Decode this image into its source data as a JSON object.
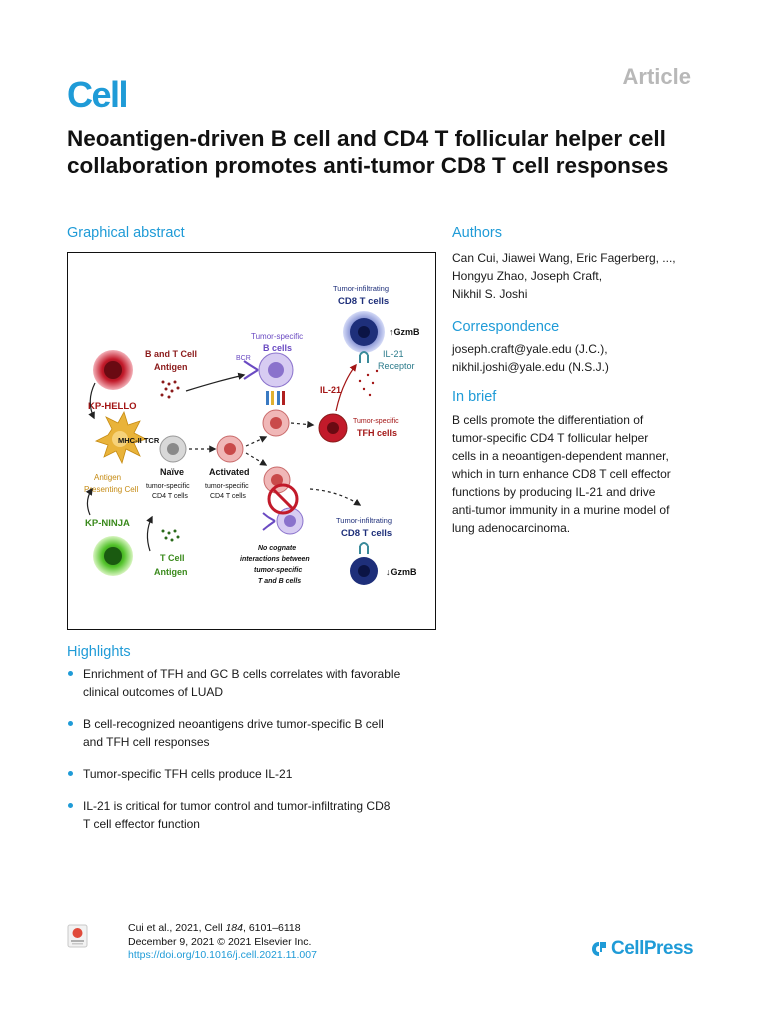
{
  "header": {
    "journal": "Cell",
    "article_type": "Article",
    "title": "Neoantigen-driven B cell and CD4 T follicular helper cell collaboration promotes anti-tumor CD8 T cell responses"
  },
  "graphical_abstract": {
    "heading": "Graphical abstract",
    "labels": {
      "kp_hello": "KP-HELLO",
      "kp_ninja": "KP-NINJA",
      "bt_antigen_1": "B and T Cell",
      "bt_antigen_2": "Antigen",
      "t_antigen_1": "T Cell",
      "t_antigen_2": "Antigen",
      "apc_1": "Antigen",
      "apc_2": "Presenting Cell",
      "mhc_tcr": "MHC-II TCR",
      "naive": "Naïve",
      "naive_sub1": "tumor-specific",
      "naive_sub2": "CD4 T cells",
      "activated": "Activated",
      "activated_sub1": "tumor-specific",
      "activated_sub2": "CD4 T cells",
      "bcells_1": "Tumor-specific",
      "bcells_2": "B cells",
      "bcr": "BCR",
      "tfh_1": "Tumor-specific",
      "tfh_2": "TFH cells",
      "il21": "IL-21",
      "til_top_1": "Tumor-infiltrating",
      "til_top_2": "CD8 T cells",
      "gzmb_up": "↑GzmB",
      "il21r_1": "IL-21",
      "il21r_2": "Receptor",
      "til_bottom_1": "Tumor-infiltrating",
      "til_bottom_2": "CD8 T cells",
      "gzmb_down": "↓GzmB",
      "no_cognate_1": "No cognate",
      "no_cognate_2": "interactions between",
      "no_cognate_3": "tumor-specific",
      "no_cognate_4": "T and B cells"
    }
  },
  "authors": {
    "heading": "Authors",
    "line1": "Can Cui, Jiawei Wang, Eric Fagerberg, ...,",
    "line2": "Hongyu Zhao, Joseph Craft,",
    "line3": "Nikhil S. Joshi"
  },
  "correspondence": {
    "heading": "Correspondence",
    "line1": "joseph.craft@yale.edu (J.C.),",
    "line2": "nikhil.joshi@yale.edu (N.S.J.)"
  },
  "in_brief": {
    "heading": "In brief",
    "lines": [
      "B cells promote the differentiation of",
      "tumor-specific CD4 T follicular helper",
      "cells in a neoantigen-dependent manner,",
      "which in turn enhance CD8 T cell effector",
      "functions by producing IL-21 and drive",
      "anti-tumor immunity in a murine model of",
      "lung adenocarcinoma."
    ]
  },
  "highlights": {
    "heading": "Highlights",
    "items": [
      [
        "Enrichment of TFH and GC B cells correlates with favorable",
        "clinical outcomes of LUAD"
      ],
      [
        "B cell-recognized neoantigens drive tumor-specific B cell",
        "and TFH cell responses"
      ],
      [
        "Tumor-specific TFH cells produce IL-21"
      ],
      [
        "IL-21 is critical for tumor control and tumor-infiltrating CD8",
        "T cell effector function"
      ]
    ]
  },
  "footer": {
    "citation_authors": "Cui et al., 2021, Cell ",
    "citation_volume": "184",
    "citation_pages": ", 6101–6118",
    "date_copyright": "December 9, 2021 © 2021 Elsevier Inc.",
    "doi": "https://doi.org/10.1016/j.cell.2021.11.007",
    "publisher": "CellPress"
  },
  "colors": {
    "accent": "#1f9bd7",
    "dark_red": "#8b1a1a",
    "green": "#3a8a1c",
    "navy": "#1e2f7a"
  }
}
